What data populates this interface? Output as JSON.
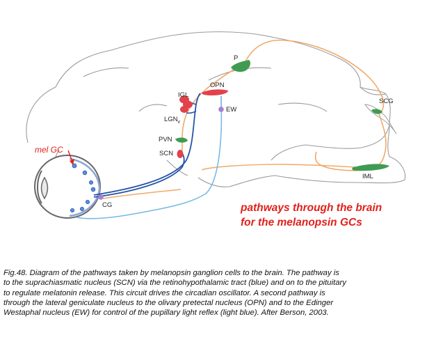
{
  "diagram": {
    "labels": {
      "mel_gc": "mel GC",
      "p": "P",
      "opn": "OPN",
      "igl": "IGL",
      "lgn": "LGN",
      "lgn_sub": "v",
      "ew": "EW",
      "pvn": "PVN",
      "scn": "SCN",
      "cg": "CG",
      "scg": "SCG",
      "iml": "IML"
    },
    "colors": {
      "outline": "#9a9a9a",
      "pathway_blue": "#2454a6",
      "pathway_light_blue": "#77b9e3",
      "pathway_orange": "#f0a968",
      "nucleus_green": "#3f9b52",
      "nucleus_red": "#e2424c",
      "ganglion_purple": "#a77ed1",
      "label_red": "#e0211c"
    }
  },
  "headline": {
    "line1": "pathways through the brain",
    "line2": "for the melanopsin GCs"
  },
  "caption": {
    "lines": [
      "Fig.48. Diagram of the pathways taken by melanopsin ganglion cells to the brain. The pathway is",
      " to the suprachiasmatic nucleus (SCN) via the retinohypothalamic tract (blue) and on to the pituitary",
      " to regulate melatonin release. This circuit drives the circadian oscillator. A second pathway is",
      "through the lateral geniculate nucleus to the olivary pretectal nucleus (OPN) and to the Edinger",
      "  Westaphal nucleus (EW) for control of the pupillary light reflex (light blue). After Berson, 2003."
    ]
  }
}
